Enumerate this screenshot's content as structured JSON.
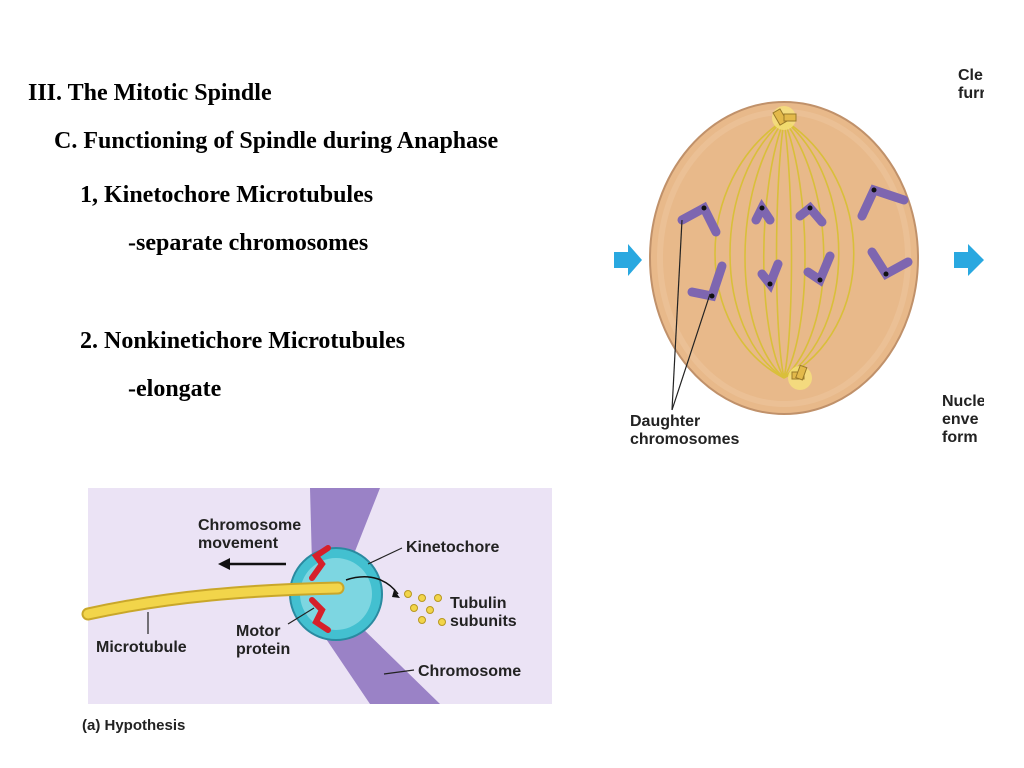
{
  "slide": {
    "heading": "III. The Mitotic Spindle",
    "subheading": "C. Functioning of Spindle during Anaphase",
    "item1": "1, Kinetochore Microtubules",
    "item1_detail": "-separate chromosomes",
    "item2": "2. Nonkinetichore Microtubules",
    "item2_detail": "-elongate"
  },
  "cell_figure": {
    "label_daughter_line1": "Daughter",
    "label_daughter_line2": "chromosomes",
    "label_cleavage_line1": "Cle",
    "label_cleavage_line2": "furr",
    "label_nuclear_line1": "Nucle",
    "label_nuclear_line2": "enve",
    "label_nuclear_line3": "form",
    "colors": {
      "cell": "#e8b98a",
      "chromosome": "#7e66b0",
      "spindle": "#d9bf3a",
      "arrow": "#29a8e0"
    }
  },
  "hypothesis_figure": {
    "label_movement_line1": "Chromosome",
    "label_movement_line2": "movement",
    "label_kinetochore": "Kinetochore",
    "label_tubulin_line1": "Tubulin",
    "label_tubulin_line2": "subunits",
    "label_microtubule": "Microtubule",
    "label_motor_line1": "Motor",
    "label_motor_line2": "protein",
    "label_chromosome": "Chromosome",
    "caption": "(a) Hypothesis",
    "colors": {
      "background": "#ebe3f5",
      "chromosome": "#9a82c6",
      "kinetochore": "#43c0d0",
      "microtubule": "#f2d54a",
      "motor": "#d6202a"
    }
  }
}
